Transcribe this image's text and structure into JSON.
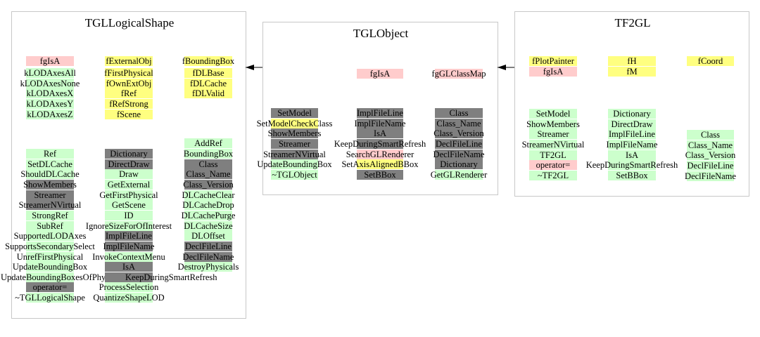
{
  "colors": {
    "green": "#ccffcc",
    "yellow": "#ffff80",
    "pink": "#ffcccc",
    "dark": "#7f7f7f"
  },
  "classes": [
    {
      "name": "TGLLogicalShape",
      "columns": [
        {
          "items": [
            {
              "t": "fgIsA",
              "k": "pink"
            }
          ]
        },
        {
          "items": [
            {
              "t": "kLODAxesAll",
              "k": "green"
            },
            {
              "t": "kLODAxesNone",
              "k": "green"
            },
            {
              "t": "kLODAxesX",
              "k": "green"
            },
            {
              "t": "kLODAxesY",
              "k": "green"
            },
            {
              "t": "kLODAxesZ",
              "k": "green"
            }
          ]
        },
        {
          "items": [
            {
              "t": "fExternalObj",
              "k": "yellow"
            }
          ]
        },
        {
          "items": [
            {
              "t": "fFirstPhysical",
              "k": "yellow"
            },
            {
              "t": "fOwnExtObj",
              "k": "yellow"
            },
            {
              "t": "fRef",
              "k": "yellow"
            },
            {
              "t": "fRefStrong",
              "k": "yellow"
            },
            {
              "t": "fScene",
              "k": "yellow"
            }
          ]
        },
        {
          "items": [
            {
              "t": "fBoundingBox",
              "k": "yellow"
            }
          ]
        },
        {
          "items": [
            {
              "t": "fDLBase",
              "k": "yellow"
            },
            {
              "t": "fDLCache",
              "k": "yellow"
            },
            {
              "t": "fDLValid",
              "k": "yellow"
            }
          ]
        },
        {
          "items": [
            {
              "t": "Ref",
              "k": "green"
            },
            {
              "t": "SetDLCache",
              "k": "green"
            },
            {
              "t": "ShouldDLCache",
              "k": "green"
            },
            {
              "t": "ShowMembers",
              "k": "dark"
            },
            {
              "t": "Streamer",
              "k": "dark"
            },
            {
              "t": "StreamerNVirtual",
              "k": "dark"
            },
            {
              "t": "StrongRef",
              "k": "green"
            },
            {
              "t": "SubRef",
              "k": "green"
            },
            {
              "t": "SupportedLODAxes",
              "k": "green"
            },
            {
              "t": "SupportsSecondarySelect",
              "k": "green"
            },
            {
              "t": "UnrefFirstPhysical",
              "k": "green"
            },
            {
              "t": "UpdateBoundingBox",
              "k": "green"
            },
            {
              "t": "UpdateBoundingBoxesOfPhysicals",
              "k": "green"
            },
            {
              "t": "operator=",
              "k": "dark"
            },
            {
              "t": "~TGLLogicalShape",
              "k": "green"
            }
          ]
        },
        {
          "items": [
            {
              "t": "Dictionary",
              "k": "dark"
            },
            {
              "t": "DirectDraw",
              "k": "dark"
            },
            {
              "t": "Draw",
              "k": "green"
            },
            {
              "t": "GetExternal",
              "k": "green"
            },
            {
              "t": "GetFirstPhysical",
              "k": "green"
            },
            {
              "t": "GetScene",
              "k": "green"
            },
            {
              "t": "ID",
              "k": "green"
            },
            {
              "t": "IgnoreSizeForOfInterest",
              "k": "green"
            },
            {
              "t": "ImplFileLine",
              "k": "dark"
            },
            {
              "t": "ImplFileName",
              "k": "dark"
            },
            {
              "t": "InvokeContextMenu",
              "k": "green"
            },
            {
              "t": "IsA",
              "k": "dark"
            },
            {
              "t": "KeepDuringSmartRefresh",
              "k": "dark"
            },
            {
              "t": "ProcessSelection",
              "k": "green"
            },
            {
              "t": "QuantizeShapeLOD",
              "k": "green"
            }
          ]
        },
        {
          "items": [
            {
              "t": "AddRef",
              "k": "green"
            },
            {
              "t": "BoundingBox",
              "k": "green"
            },
            {
              "t": "Class",
              "k": "dark"
            },
            {
              "t": "Class_Name",
              "k": "dark"
            },
            {
              "t": "Class_Version",
              "k": "dark"
            },
            {
              "t": "DLCacheClear",
              "k": "green"
            },
            {
              "t": "DLCacheDrop",
              "k": "green"
            },
            {
              "t": "DLCachePurge",
              "k": "green"
            },
            {
              "t": "DLCacheSize",
              "k": "green"
            },
            {
              "t": "DLOffset",
              "k": "green"
            },
            {
              "t": "DeclFileLine",
              "k": "dark"
            },
            {
              "t": "DeclFileName",
              "k": "dark"
            },
            {
              "t": "DestroyPhysicals",
              "k": "green"
            }
          ]
        }
      ]
    },
    {
      "name": "TGLObject",
      "columns": [
        {
          "items": [
            {
              "t": "fgIsA",
              "k": "pink"
            }
          ]
        },
        {
          "items": [
            {
              "t": "fgGLClassMap",
              "k": "pink"
            }
          ]
        },
        {
          "items": [
            {
              "t": "SetModel",
              "k": "dark"
            },
            {
              "t": "SetModelCheckClass",
              "k": "yellow"
            },
            {
              "t": "ShowMembers",
              "k": "dark"
            },
            {
              "t": "Streamer",
              "k": "dark"
            },
            {
              "t": "StreamerNVirtual",
              "k": "dark"
            },
            {
              "t": "UpdateBoundingBox",
              "k": "green"
            },
            {
              "t": "~TGLObject",
              "k": "green"
            }
          ]
        },
        {
          "items": [
            {
              "t": "ImplFileLine",
              "k": "dark"
            },
            {
              "t": "ImplFileName",
              "k": "dark"
            },
            {
              "t": "IsA",
              "k": "dark"
            },
            {
              "t": "KeepDuringSmartRefresh",
              "k": "dark"
            },
            {
              "t": "SearchGLRenderer",
              "k": "pink"
            },
            {
              "t": "SetAxisAlignedBBox",
              "k": "yellow"
            },
            {
              "t": "SetBBox",
              "k": "dark"
            }
          ]
        },
        {
          "items": [
            {
              "t": "Class",
              "k": "dark"
            },
            {
              "t": "Class_Name",
              "k": "dark"
            },
            {
              "t": "Class_Version",
              "k": "dark"
            },
            {
              "t": "DeclFileLine",
              "k": "dark"
            },
            {
              "t": "DeclFileName",
              "k": "dark"
            },
            {
              "t": "Dictionary",
              "k": "dark"
            },
            {
              "t": "GetGLRenderer",
              "k": "green"
            }
          ]
        }
      ]
    },
    {
      "name": "TF2GL",
      "columns": [
        {
          "items": [
            {
              "t": "fPlotPainter",
              "k": "yellow"
            },
            {
              "t": "fgIsA",
              "k": "pink"
            }
          ]
        },
        {
          "items": [
            {
              "t": "fH",
              "k": "yellow"
            },
            {
              "t": "fM",
              "k": "yellow"
            }
          ]
        },
        {
          "items": [
            {
              "t": "fCoord",
              "k": "yellow"
            }
          ]
        },
        {
          "items": [
            {
              "t": "SetModel",
              "k": "green"
            },
            {
              "t": "ShowMembers",
              "k": "green"
            },
            {
              "t": "Streamer",
              "k": "green"
            },
            {
              "t": "StreamerNVirtual",
              "k": "green"
            },
            {
              "t": "TF2GL",
              "k": "green"
            },
            {
              "t": "operator=",
              "k": "pink"
            },
            {
              "t": "~TF2GL",
              "k": "green"
            }
          ]
        },
        {
          "items": [
            {
              "t": "Dictionary",
              "k": "green"
            },
            {
              "t": "DirectDraw",
              "k": "green"
            },
            {
              "t": "ImplFileLine",
              "k": "green"
            },
            {
              "t": "ImplFileName",
              "k": "green"
            },
            {
              "t": "IsA",
              "k": "green"
            },
            {
              "t": "KeepDuringSmartRefresh",
              "k": "green"
            },
            {
              "t": "SetBBox",
              "k": "green"
            }
          ]
        },
        {
          "items": [
            {
              "t": "Class",
              "k": "green"
            },
            {
              "t": "Class_Name",
              "k": "green"
            },
            {
              "t": "Class_Version",
              "k": "green"
            },
            {
              "t": "DeclFileLine",
              "k": "green"
            },
            {
              "t": "DeclFileName",
              "k": "green"
            }
          ]
        }
      ]
    }
  ],
  "inheritance": [
    {
      "from": "TGLObject",
      "to": "TGLLogicalShape"
    },
    {
      "from": "TF2GL",
      "to": "TGLObject"
    }
  ]
}
